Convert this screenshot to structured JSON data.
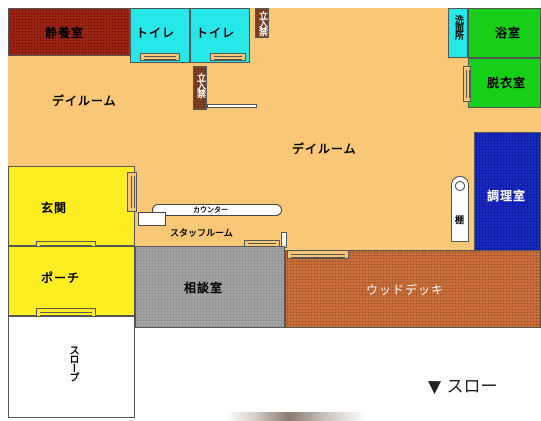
{
  "rooms": {
    "quiet_room": "静養室",
    "toilet_1": "トイレ",
    "toilet_2": "トイレ",
    "no_entry_1": "立入禁",
    "no_entry_2": "立入禁",
    "washroom": "洗面所",
    "bathroom": "浴室",
    "dressing_room": "脱衣室",
    "day_room_left": "デイルーム",
    "day_room_center": "デイルーム",
    "kitchen": "調理室",
    "shelf": "棚",
    "entrance": "玄関",
    "counter": "カウンター",
    "staff_room": "スタッフルーム",
    "porch": "ポーチ",
    "consultation_room": "相談室",
    "wood_deck": "ウッドデッキ",
    "slope": "スロープ"
  },
  "caption": "▼ スロー",
  "colors": {
    "day_room": "#f8c876",
    "toilet": "#27e8e8",
    "bathroom": "#18d018",
    "entrance": "#ffee22",
    "kitchen": "#1c2fd0",
    "quiet_room": "#a52a1a",
    "wood_deck": "#d2773d",
    "consultation": "#a8a8a8"
  }
}
